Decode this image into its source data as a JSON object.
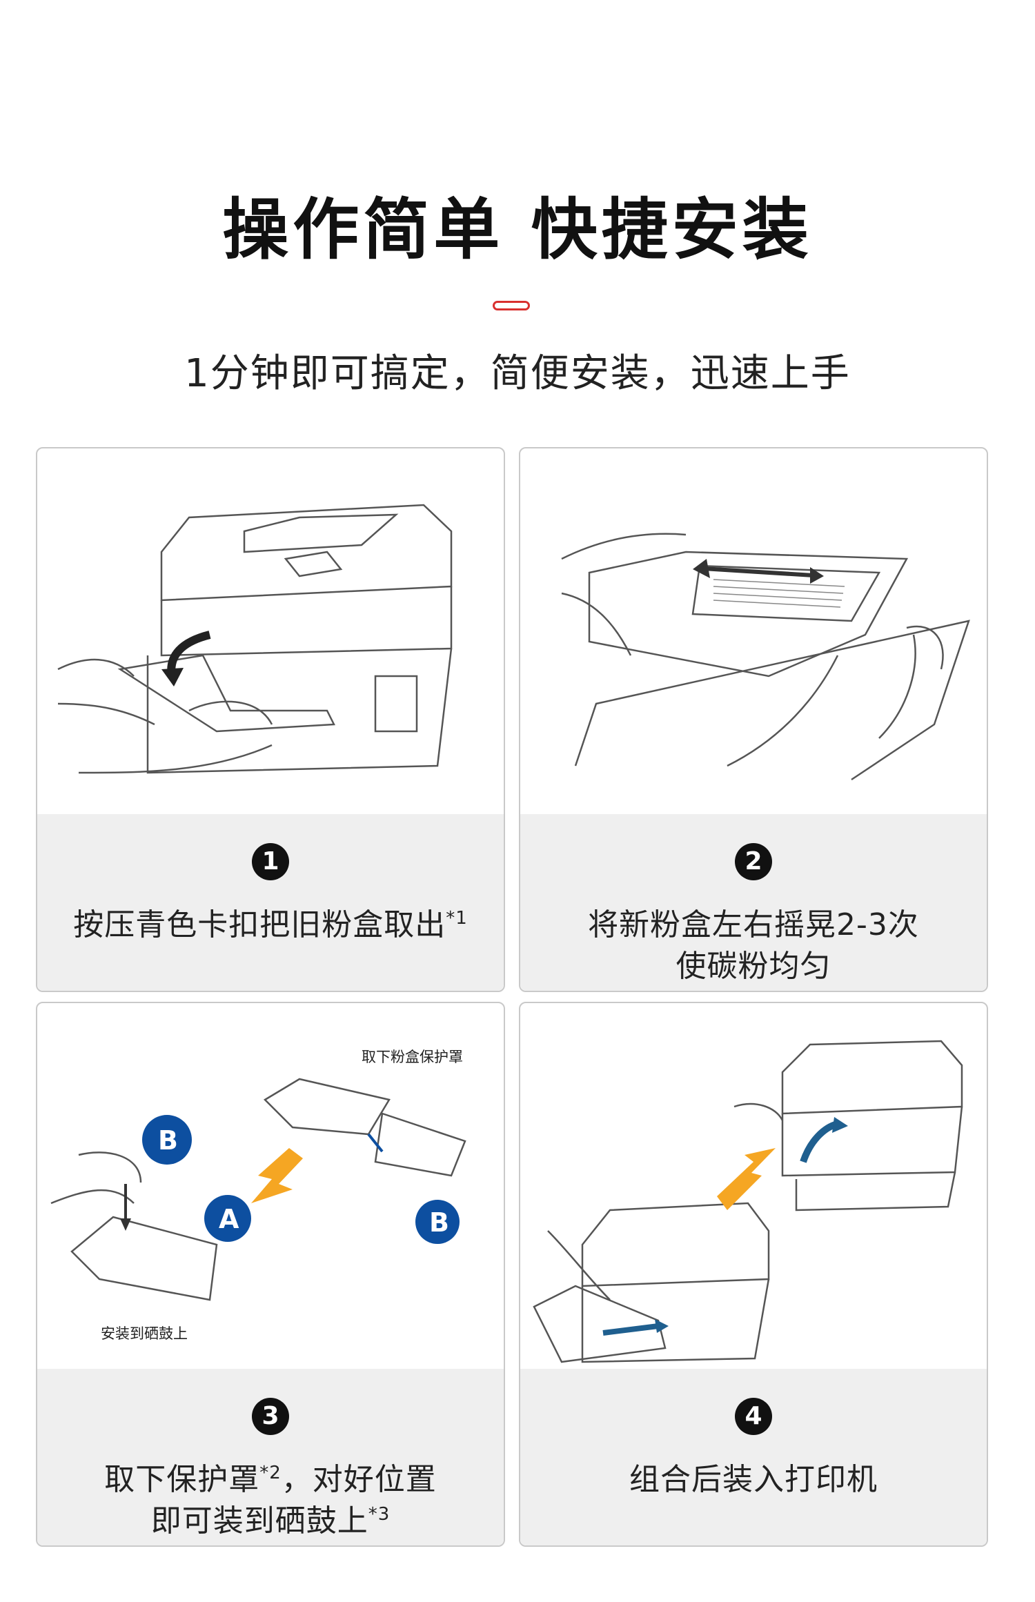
{
  "header": {
    "title": "操作简单 快捷安装",
    "subtitle": "1分钟即可搞定，简便安装，迅速上手"
  },
  "steps": [
    {
      "number": "1",
      "line1": "按压青色卡扣把旧粉盒取出",
      "line1_note": "*1",
      "line2": "",
      "line2_note": ""
    },
    {
      "number": "2",
      "line1": "将新粉盒左右摇晃2-3次",
      "line1_note": "",
      "line2": "使碳粉均匀",
      "line2_note": ""
    },
    {
      "number": "3",
      "line1": "取下保护罩",
      "line1_note": "*2",
      "line1_tail": "，对好位置",
      "line2": "即可装到硒鼓上",
      "line2_note": "*3"
    },
    {
      "number": "4",
      "line1": "组合后装入打印机",
      "line1_note": "",
      "line2": "",
      "line2_note": ""
    }
  ],
  "step3_labels": {
    "remove_cover": "取下粉盒保护罩",
    "install_drum": "安装到硒鼓上",
    "badge_b": "B",
    "badge_a": "A"
  },
  "colors": {
    "accent_red": "#d9302f",
    "badge_blue": "#0d4fa0",
    "arrow_orange": "#f5a623",
    "caption_bg": "#efefef"
  }
}
